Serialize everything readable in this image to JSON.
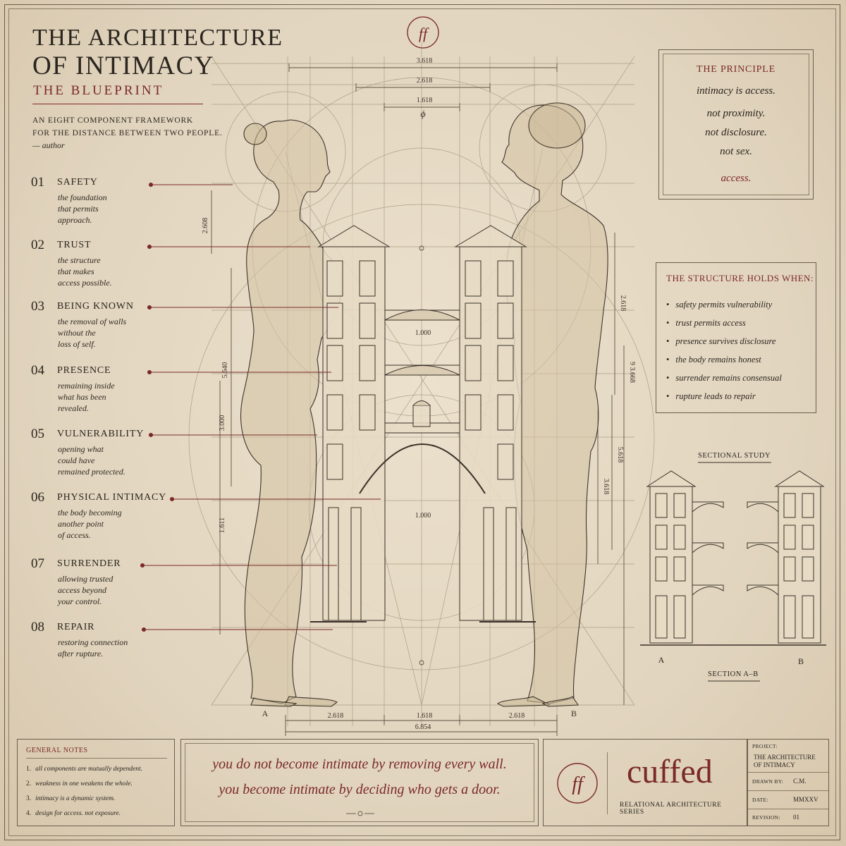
{
  "title": {
    "line1": "THE ARCHITECTURE",
    "line2": "OF INTIMACY"
  },
  "subtitle": "THE BLUEPRINT",
  "description": {
    "line1": "AN EIGHT COMPONENT FRAMEWORK",
    "line2": "FOR THE DISTANCE BETWEEN TWO PEOPLE.",
    "author": "— author"
  },
  "components": [
    {
      "num": "01",
      "name": "SAFETY",
      "desc": [
        "the foundation",
        "that permits",
        "approach."
      ]
    },
    {
      "num": "02",
      "name": "TRUST",
      "desc": [
        "the structure",
        "that makes",
        "access possible."
      ]
    },
    {
      "num": "03",
      "name": "BEING KNOWN",
      "desc": [
        "the removal of walls",
        "without the",
        "loss of self."
      ]
    },
    {
      "num": "04",
      "name": "PRESENCE",
      "desc": [
        "remaining inside",
        "what has been",
        "revealed."
      ]
    },
    {
      "num": "05",
      "name": "VULNERABILITY",
      "desc": [
        "opening what",
        "could have",
        "remained protected."
      ]
    },
    {
      "num": "06",
      "name": "PHYSICAL INTIMACY",
      "desc": [
        "the body becoming",
        "another point",
        "of access."
      ]
    },
    {
      "num": "07",
      "name": "SURRENDER",
      "desc": [
        "allowing trusted",
        "access beyond",
        "your control."
      ]
    },
    {
      "num": "08",
      "name": "REPAIR",
      "desc": [
        "restoring connection",
        "after rupture."
      ]
    }
  ],
  "principle": {
    "heading": "THE PRINCIPLE",
    "lines": [
      "intimacy is access.",
      "not proximity.",
      "not disclosure.",
      "not sex."
    ],
    "final": "access."
  },
  "holds": {
    "heading": "THE STRUCTURE HOLDS WHEN:",
    "items": [
      "safety permits vulnerability",
      "trust permits access",
      "presence survives disclosure",
      "the body remains honest",
      "surrender remains consensual",
      "rupture leads to repair"
    ]
  },
  "sectional": {
    "title": "SECTIONAL STUDY",
    "section": "SECTION A–B",
    "left": "A",
    "right": "B"
  },
  "figure": {
    "left": "A",
    "right": "B",
    "phi": "ϕ"
  },
  "dimensions": {
    "top": [
      "3.618",
      "2.618",
      "1.618"
    ],
    "bottom": [
      "2.618",
      "1.618",
      "2.618",
      "6.854"
    ],
    "center": [
      "1.000",
      "1.000"
    ],
    "left": [
      "2.608",
      "5.640",
      "3.000",
      "1.611"
    ],
    "right": [
      "2.618",
      "9 3.668",
      "5.618",
      "3.618"
    ]
  },
  "notes": {
    "heading": "GENERAL NOTES",
    "items": [
      {
        "n": "1.",
        "text": "all components are mutually dependent."
      },
      {
        "n": "2.",
        "text": "weakness in one weakens the whole."
      },
      {
        "n": "3.",
        "text": "intimacy is a dynamic system."
      },
      {
        "n": "4.",
        "text": "design for access. not exposure."
      }
    ]
  },
  "quote": {
    "line1": "you do not become intimate by removing every wall.",
    "line2": "you become intimate by deciding who gets a door."
  },
  "brand": {
    "monogram": "ff",
    "word": "cuffed",
    "series": "RELATIONAL ARCHITECTURE SERIES"
  },
  "titleblock": {
    "project_label": "PROJECT:",
    "project_value": [
      "THE ARCHITECTURE",
      "OF INTIMACY"
    ],
    "drawn_label": "DRAWN BY:",
    "drawn_value": "C.M.",
    "date_label": "DATE:",
    "date_value": "MMXXV",
    "revision_label": "REVISION:",
    "revision_value": "01"
  },
  "colors": {
    "accent": "#7a2a28",
    "ink": "#2a251e",
    "paper": "#e4d8c3"
  }
}
